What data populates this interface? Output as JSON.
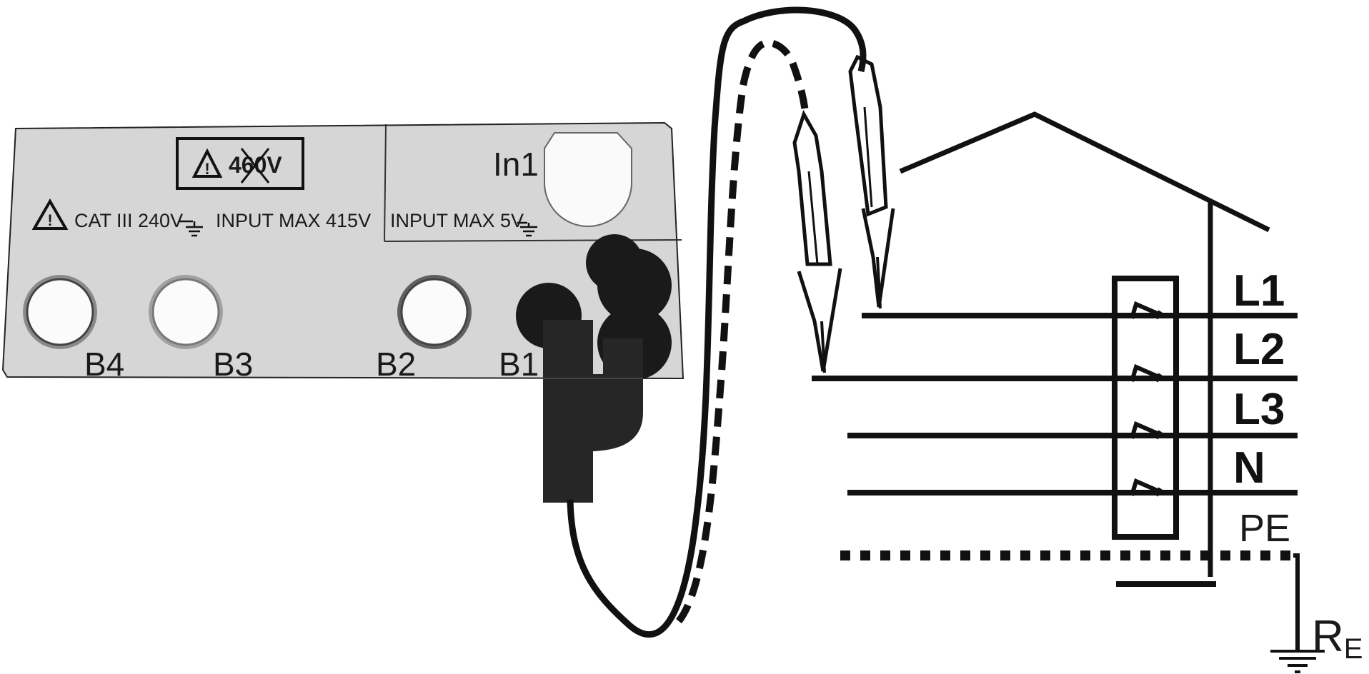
{
  "panel": {
    "warning_voltage": "460V",
    "cat_rating": "CAT III 240V",
    "input_max_left": "INPUT MAX 415V",
    "input_max_right": "INPUT MAX 5V",
    "in1_label": "In1",
    "terminals": [
      "B4",
      "B3",
      "B2",
      "B1"
    ]
  },
  "installation": {
    "line_labels": [
      "L1",
      "L2",
      "L3",
      "N"
    ],
    "pe_label": "PE",
    "earth_resistance_main": "R",
    "earth_resistance_sub": "E"
  },
  "colors": {
    "panel_fill": "#d6d6d6",
    "wire": "#111111",
    "plug": "#262626"
  }
}
